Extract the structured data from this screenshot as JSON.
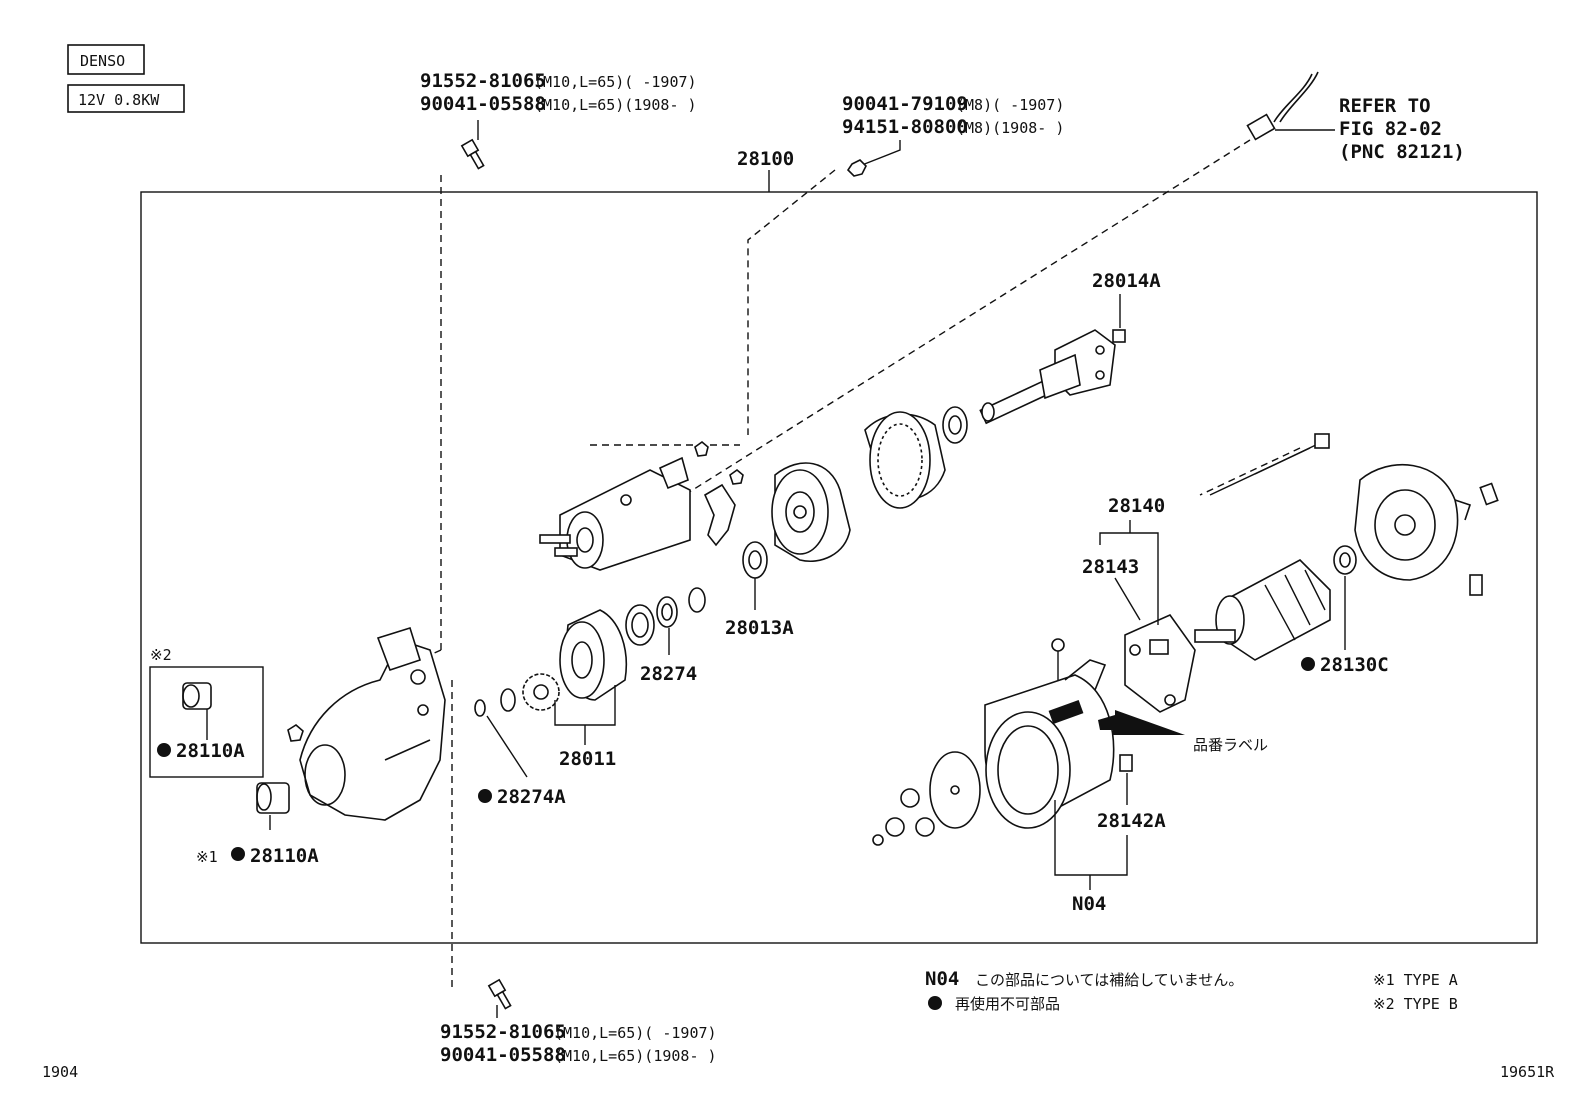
{
  "header": {
    "maker": "DENSO",
    "spec": "12V 0.8KW"
  },
  "bolts_top": {
    "line1_pn": "91552-81065",
    "line1_spec": "(M10,L=65)(     -1907)",
    "line2_pn": "90041-05588",
    "line2_spec": "(M10,L=65)(1908-     )"
  },
  "nuts_top": {
    "line1_pn": "90041-79109",
    "line1_spec": "(M8)(     -1907)",
    "line2_pn": "94151-80800",
    "line2_spec": "(M8)(1908-     )"
  },
  "bolts_bottom": {
    "line1_pn": "91552-81065",
    "line1_spec": "(M10,L=65)(     -1907)",
    "line2_pn": "90041-05588",
    "line2_spec": "(M10,L=65)(1908-     )"
  },
  "refer": {
    "line1": "REFER TO",
    "line2": "FIG 82-02",
    "line3": "(PNC 82121)"
  },
  "labels": {
    "assembly": "28100",
    "p28014A": "28014A",
    "p28140": "28140",
    "p28143": "28143",
    "p28130C": "28130C",
    "p28013A": "28013A",
    "p28274": "28274",
    "p28011": "28011",
    "p28274A": "28274A",
    "p28110A_b": "28110A",
    "p28110A_a": "28110A",
    "p28142A": "28142A",
    "n04": "N04",
    "type_b_mark": "※2",
    "type_a_mark": "※1",
    "label_part": "品番ラベル"
  },
  "legend": {
    "n04_code": "N04",
    "n04_text": "この部品については補給していません。",
    "dot_text": "再使用不可部品",
    "type_a": "※1 TYPE A",
    "type_b": "※2 TYPE B"
  },
  "footer": {
    "left": "1904",
    "right": "19651R"
  }
}
